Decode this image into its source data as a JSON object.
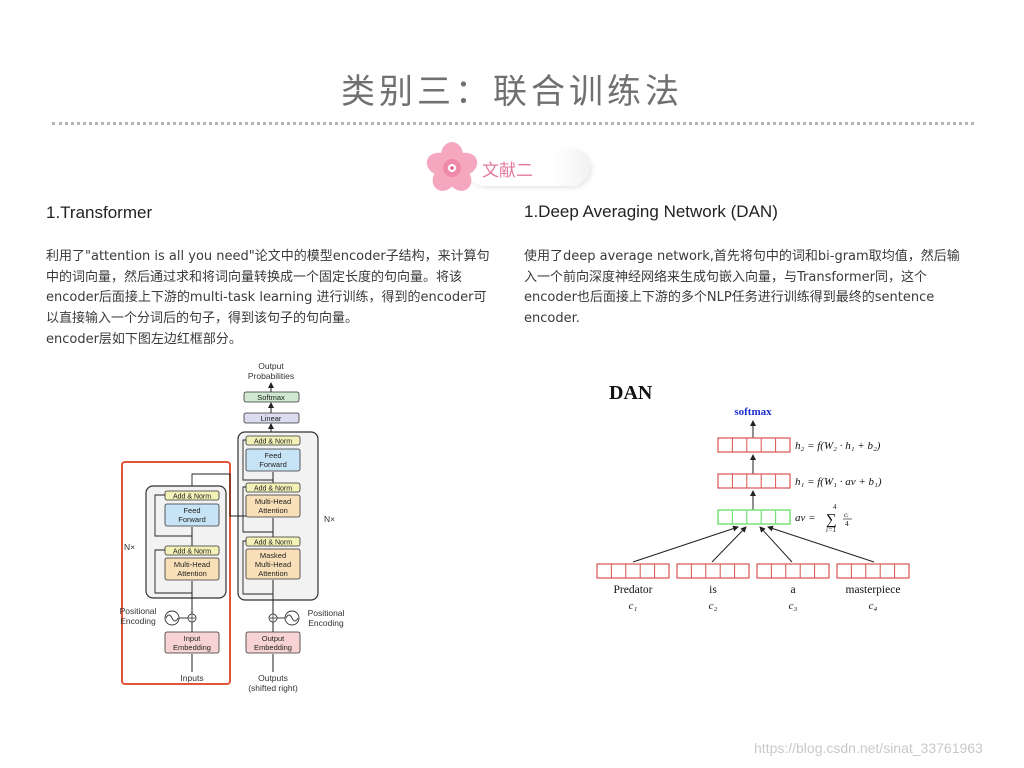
{
  "page": {
    "title": "类别三：联合训练法",
    "badge": "文献二",
    "watermark": "https://blog.csdn.net/sinat_33761963"
  },
  "left": {
    "heading": "1.Transformer",
    "lines": [
      "利用了\"attention is all you need\"论文中的模型encoder子结构，来计算句",
      "中的词向量，然后通过求和将词向量转换成一个固定长度的句向量。将该",
      "encoder后面接上下游的multi-task learning 进行训练，得到的encoder可",
      "以直接输入一个分词后的句子，得到该句子的句向量。"
    ],
    "note": "encoder层如下图左边红框部分。"
  },
  "right": {
    "heading": "1.Deep Averaging Network (DAN)",
    "lines": [
      "使用了deep average network,首先将句中的词和bi-gram取均值，然后输",
      "入一个前向深度神经网络来生成句嵌入向量，与Transformer同，这个",
      "encoder也后面接上下游的多个NLP任务进行训练得到最终的sentence",
      "encoder."
    ]
  },
  "transformer": {
    "output_probabilities_1": "Output",
    "output_probabilities_2": "Probabilities",
    "softmax": "Softmax",
    "linear": "Linear",
    "add_norm": "Add & Norm",
    "feed_forward_1": "Feed",
    "feed_forward_2": "Forward",
    "multi_head_1": "Multi-Head",
    "multi_head_2": "Attention",
    "masked_1": "Masked",
    "masked_2": "Multi-Head",
    "masked_3": "Attention",
    "nx": "N×",
    "positional_1": "Positional",
    "positional_2": "Encoding",
    "input_embedding_1": "Input",
    "input_embedding_2": "Embedding",
    "output_embedding_1": "Output",
    "output_embedding_2": "Embedding",
    "inputs": "Inputs",
    "outputs_1": "Outputs",
    "outputs_2": "(shifted right)"
  },
  "dan": {
    "title": "DAN",
    "softmax": "softmax",
    "h2": "h₂ = f(W₂ · h₁ + b₂)",
    "h1": "h₁ = f(W₁ · av + b₁)",
    "av_left": "av =",
    "av_sum": "∑",
    "av_top": "4",
    "av_bottom": "i=1",
    "av_frac_num": "cᵢ",
    "av_frac_den": "4",
    "words": [
      "Predator",
      "is",
      "a",
      "masterpiece"
    ],
    "word_vars": [
      "c₁",
      "c₂",
      "c₃",
      "c₄"
    ]
  },
  "colors": {
    "red": "#d9534f",
    "green": "#6ee06e",
    "frame_red": "#e2553b",
    "softmax_blue": "#1a2fd0",
    "pink": "#e27a9a"
  }
}
